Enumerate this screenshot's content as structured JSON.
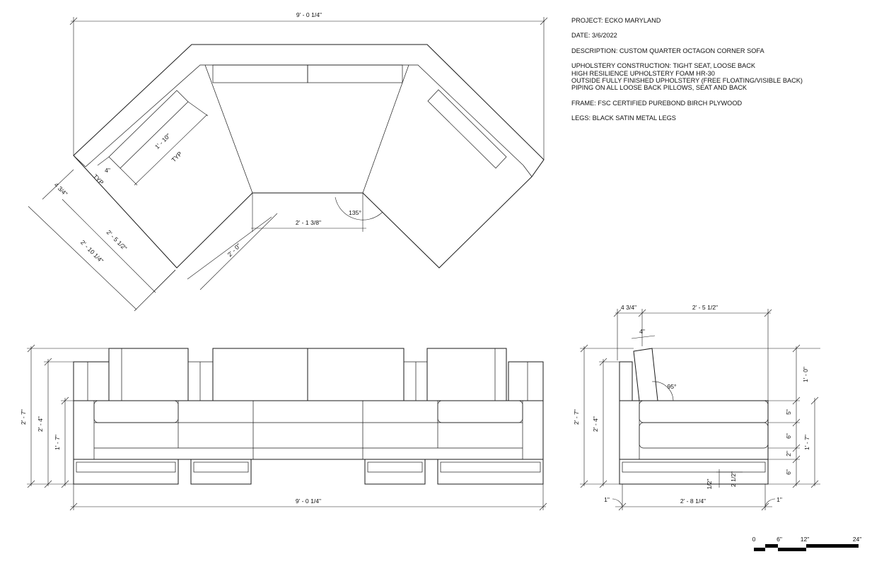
{
  "notes": {
    "project": "PROJECT: ECKO MARYLAND",
    "date": "DATE: 3/6/2022",
    "description": "DESCRIPTION: CUSTOM QUARTER OCTAGON CORNER SOFA",
    "upholstery": [
      "UPHOLSTERY CONSTRUCTION: TIGHT SEAT, LOOSE BACK",
      "HIGH RESILIENCE UPHOLSTERY FOAM HR-30",
      "OUTSIDE FULLY FINISHED UPHOLSTERY (FREE FLOATING/VISIBLE BACK)",
      "PIPING ON ALL LOOSE BACK PILLOWS, SEAT AND BACK"
    ],
    "frame": "FRAME: FSC CERTIFIED PUREBOND BIRCH PLYWOOD",
    "legs": "LEGS: BLACK SATIN METAL LEGS"
  },
  "plan": {
    "overall_width": "9' - 0 1/4\"",
    "pillow_length": "1' - 10\"",
    "pillow_typ": "TYP",
    "pillow_depth": "4\"",
    "pillow_depth_typ": "TYP",
    "back_depth": "4 3/4\"",
    "seat_depth": "2' - 5 1/2\"",
    "total_depth": "2' - 10 1/4\"",
    "opening_width": "2' - 1 3/8\"",
    "opening_depth": "2' - 0\"",
    "angle": "135°"
  },
  "front": {
    "overall_height": "2' - 7\"",
    "arm_height": "2' - 4\"",
    "seat_height": "1' - 7\"",
    "overall_width": "9' - 0 1/4\""
  },
  "side": {
    "back_depth": "4 3/4\"",
    "seat_depth": "2' - 5 1/2\"",
    "pillow_depth": "4\"",
    "back_angle": "95°",
    "overall_height": "2' - 7\"",
    "arm_height": "2' - 4\"",
    "back_height": "1' - 0\"",
    "seat_height": "1' - 7\"",
    "cushion_top": "5\"",
    "cushion": "6\"",
    "base": "2\"",
    "leg_height": "6\"",
    "frame_half": "1/2\"",
    "frame_2half": "2 1/2\"",
    "setback_left": "1\"",
    "setback_right": "1\"",
    "leg_span": "2' - 8 1/4\""
  },
  "scale": {
    "labels": [
      "0",
      "6\"",
      "12\"",
      "24\""
    ]
  }
}
